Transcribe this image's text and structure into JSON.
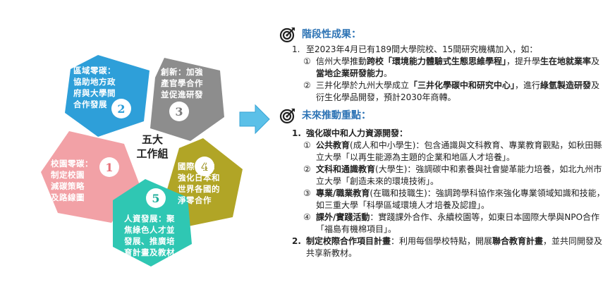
{
  "center": {
    "label": "五大\n工作組"
  },
  "hexagons": [
    {
      "id": "1",
      "number": "1",
      "text": "校園零碳：\n制定校園\n減碳策略\n及路線圖",
      "color": "#f2a1a6"
    },
    {
      "id": "2",
      "number": "2",
      "text": "區域零碳：\n協助地方政\n府與大學間\n合作發展",
      "color": "#2e9fd9"
    },
    {
      "id": "3",
      "number": "3",
      "text": "創新：加強\n產官學合作\n並促進研發",
      "color": "#8d8d8d"
    },
    {
      "id": "4",
      "number": "4",
      "text": "國際合作：\n強化日本和\n世界各國的\n淨零合作",
      "color": "#b1a526"
    },
    {
      "id": "5",
      "number": "5",
      "text": "人資發展：聚\n焦綠色人才並\n發展、推廣培\n育計畫及教材",
      "color": "#2fc7b3"
    }
  ],
  "section1": {
    "title": "階段性成果：",
    "item1": {
      "num": "1.",
      "text": "至2023年4月已有189間大學院校、15間研究機構加入，如："
    },
    "sub1": {
      "mark": "①",
      "parts": [
        "信州大學推動",
        "跨校「環境能力體驗式生態思維學程」",
        "，提升學",
        "生在地就業率",
        "及",
        "當地企業研發能力",
        "。"
      ]
    },
    "sub2": {
      "mark": "②",
      "parts": [
        "三井化學於九州大學成立",
        "「三井化學碳中和研究中心」",
        "，進行",
        "綠氫製造研發",
        "及衍生化學品開發，預計2030年商轉。"
      ]
    }
  },
  "section2": {
    "title": "未來推動重點：",
    "item1": {
      "num": "1.",
      "text": "強化碳中和人力資源開發："
    },
    "sub1": {
      "mark": "①",
      "head": "公共教育",
      "body": "(成人和中小學生)：包含通識與文科教育、專業教育觀點，如秋田縣立大學「以再生能源為主題的企業和地區人才培養」。"
    },
    "sub2": {
      "mark": "②",
      "head": "文科和通識教育",
      "body": "(大學生)：強調碳中和素養與社會變革能力培養，如北九州市立大學「創造未來的環境技術」。"
    },
    "sub3": {
      "mark": "③",
      "head": "專業/職業教育",
      "body": "(在職和技職生)：強調跨學科協作來強化專業領域知識和技能，如三重大學「科學區域環境人才培養及認證」。"
    },
    "sub4": {
      "mark": "④",
      "head": "課外/實踐活動",
      "body": "：實踐課外合作、永續校園等，如東日本國際大學與NPO合作「福島有機棉項目」。"
    },
    "item2": {
      "num": "2.",
      "head": "制定校際合作項目計畫",
      "body1": "：利用每個學校特點，開展",
      "bold2": "聯合教育計畫",
      "body2": "，並共同開發及共享新教材。"
    }
  },
  "colors": {
    "title": "#2e74b5",
    "arrow": "#5bc0e8"
  }
}
